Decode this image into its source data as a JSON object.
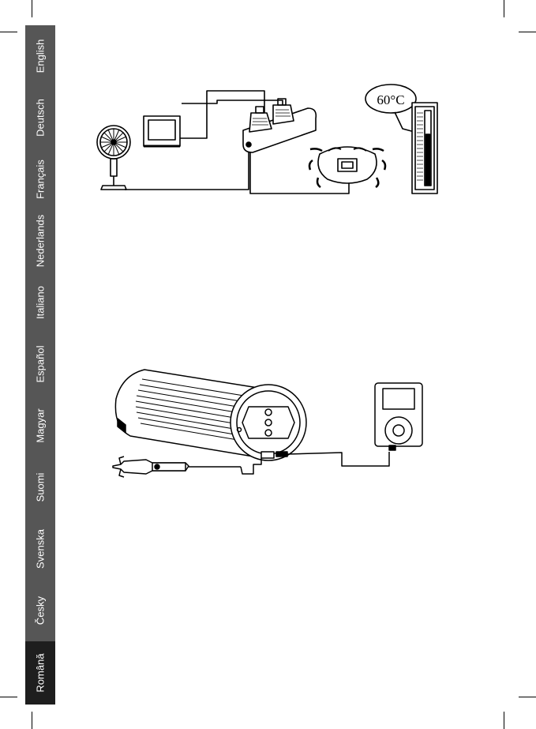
{
  "page": {
    "background": "#ffffff",
    "tab_color": "#565656",
    "active_tab_color": "#1e1e1e"
  },
  "languages": [
    {
      "label": "English",
      "active": false
    },
    {
      "label": "Deutsch",
      "active": false
    },
    {
      "label": "Français",
      "active": false
    },
    {
      "label": "Nederlands",
      "active": false
    },
    {
      "label": "Italiano",
      "active": false
    },
    {
      "label": "Español",
      "active": false
    },
    {
      "label": "Magyar",
      "active": false
    },
    {
      "label": "Suomi",
      "active": false
    },
    {
      "label": "Svenska",
      "active": false
    },
    {
      "label": "Česky",
      "active": false
    },
    {
      "label": "Română",
      "active": true
    }
  ],
  "figure_top": {
    "temperature_label": "60°C",
    "icons": [
      "fan-icon",
      "tv-icon",
      "power-strip-icon",
      "overheated-inverter-icon",
      "thermometer-icon"
    ]
  },
  "figure_bottom": {
    "icons": [
      "power-inverter-icon",
      "car-plug-icon",
      "mp3-player-icon"
    ]
  }
}
